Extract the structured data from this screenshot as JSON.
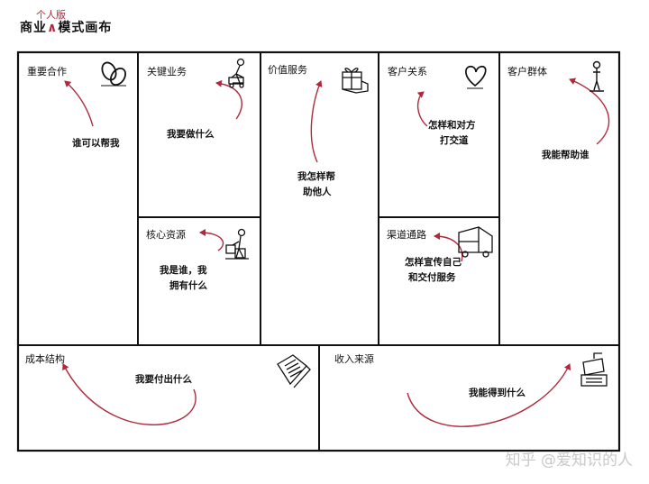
{
  "header": {
    "title": "商业模式画布",
    "title_part1": "商业",
    "title_caret": "∧",
    "title_part2": "模式画布",
    "insert_text": "个人版"
  },
  "blocks": {
    "key_partners": {
      "label": "重要合作",
      "question": "谁可以帮我"
    },
    "key_activities": {
      "label": "关键业务",
      "question": "我要做什么"
    },
    "key_resources": {
      "label": "核心资源",
      "question_line1": "我是谁，我",
      "question_line2": "拥有什么"
    },
    "value_propositions": {
      "label": "价值服务",
      "question_line1": "我怎样帮",
      "question_line2": "助他人"
    },
    "customer_relationships": {
      "label": "客户关系",
      "question_line1": "怎样和对方",
      "question_line2": "打交道"
    },
    "channels": {
      "label": "渠道通路",
      "question_line1": "怎样宣传自己",
      "question_line2": "和交付服务"
    },
    "customer_segments": {
      "label": "客户群体",
      "question": "我能帮助谁"
    },
    "cost_structure": {
      "label": "成本结构",
      "question": "我要付出什么"
    },
    "revenue_streams": {
      "label": "收入来源",
      "question": "我能得到什么"
    }
  },
  "icons": {
    "key_partners": "chain-link-icon",
    "key_activities": "worker-pushing-icon",
    "key_resources": "person-with-boxes-icon",
    "value_propositions": "gift-box-icon",
    "customer_relationships": "heart-icon",
    "channels": "delivery-truck-icon",
    "customer_segments": "standing-person-icon",
    "cost_structure": "receipt-paper-icon",
    "revenue_streams": "cash-register-icon"
  },
  "colors": {
    "accent": "#b0283c",
    "line": "#111111"
  },
  "watermark": "知乎 @爱知识的人"
}
